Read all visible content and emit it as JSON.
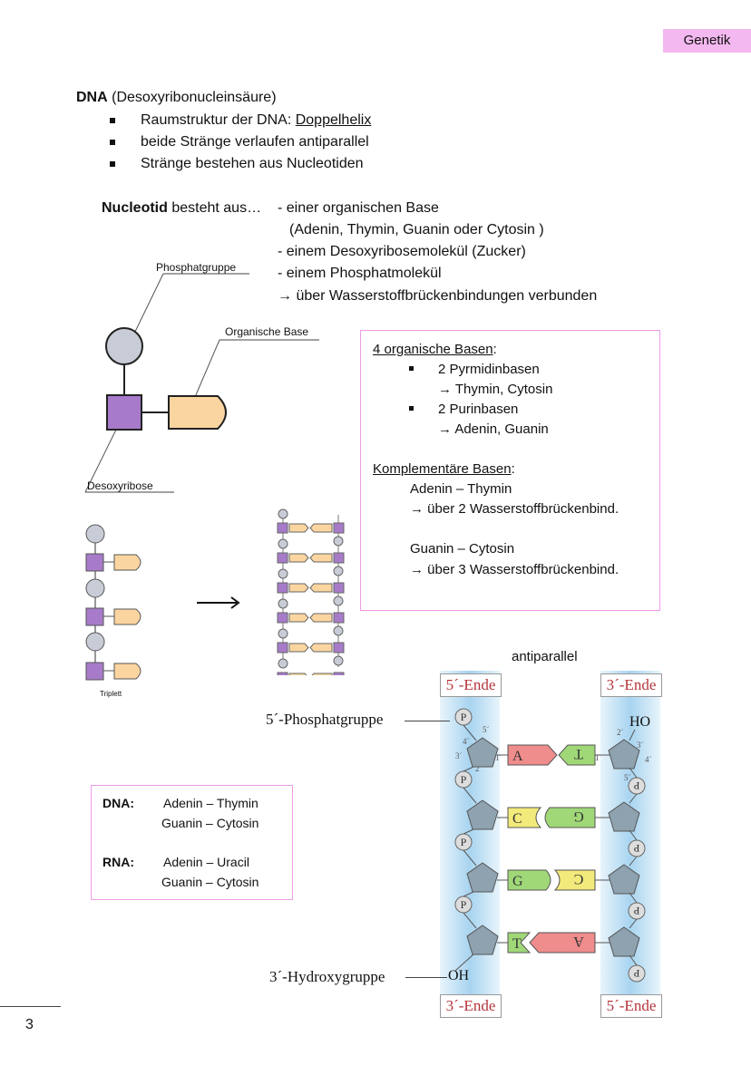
{
  "header": {
    "tag": "Genetik"
  },
  "dna_title": {
    "bold": "DNA",
    "rest": " (Desoxyribonucleinsäure)"
  },
  "dna_points": [
    {
      "pre": "Raumstruktur der DNA: ",
      "link": "Doppelhelix"
    },
    {
      "text": "beide Stränge verlaufen antiparallel"
    },
    {
      "text": "Stränge bestehen aus Nucleotiden"
    }
  ],
  "nucleotid": {
    "bold": "Nucleotid",
    "rest": " besteht aus…",
    "items": [
      "- einer organischen Base",
      "(Adenin, Thymin, Guanin oder Cytosin )",
      "- einem Desoxyribosemolekül (Zucker)",
      "- einem Phosphatmolekül",
      "→ über Wasserstoffbrückenbindungen verbunden"
    ]
  },
  "diagram_labels": {
    "phosphat": "Phosphatgruppe",
    "base": "Organische Base",
    "desoxy": "Desoxyribose",
    "triplett": "Triplett",
    "colors": {
      "phosphate": "#c8ccd6",
      "sugar": "#a77bc9",
      "base": "#fbd5a0"
    }
  },
  "basen_box": {
    "heading": "4 organische Basen",
    "colon": ":",
    "b1": "2 Pyrmidinbasen",
    "b1_sub": "→ Thymin, Cytosin",
    "b2": "2 Purinbasen",
    "b2_sub": "→ Adenin, Guanin",
    "comp_heading": "Komplementäre Basen",
    "pair1": "Adenin – Thymin",
    "pair1_sub": "→ über 2 Wasserstoffbrückenbind.",
    "pair2": "Guanin – Cytosin",
    "pair2_sub": "→ über 3 Wasserstoffbrückenbind."
  },
  "rna_box": {
    "dna_label": "DNA:",
    "dna_l1": "Adenin – Thymin",
    "dna_l2": "Guanin – Cytosin",
    "rna_label": "RNA:",
    "rna_l1": "Adenin – Uracil",
    "rna_l2": "Guanin – Cytosin"
  },
  "strand": {
    "title": "antiparallel",
    "end5_top": "5´-Ende",
    "end3_top": "3´-Ende",
    "end3_bottom": "3´-Ende",
    "end5_bottom": "5´-Ende",
    "phos_group": "5´-Phosphatgruppe",
    "hydroxy_group": "3´-Hydroxygruppe",
    "oh": "OH",
    "ho": "HO",
    "p": "P",
    "pairs": [
      "A",
      "T",
      "C",
      "G",
      "G",
      "C",
      "T",
      "A"
    ],
    "numbers": [
      "5´",
      "4´",
      "3´",
      "2´",
      "1´"
    ],
    "colors": {
      "A": "#ef8c8c",
      "T": "#a0d878",
      "C": "#f2ea7a",
      "G": "#a0d878",
      "strand": "#bfe1f4",
      "sugar": "#8ea2b0"
    }
  },
  "page_number": "3"
}
